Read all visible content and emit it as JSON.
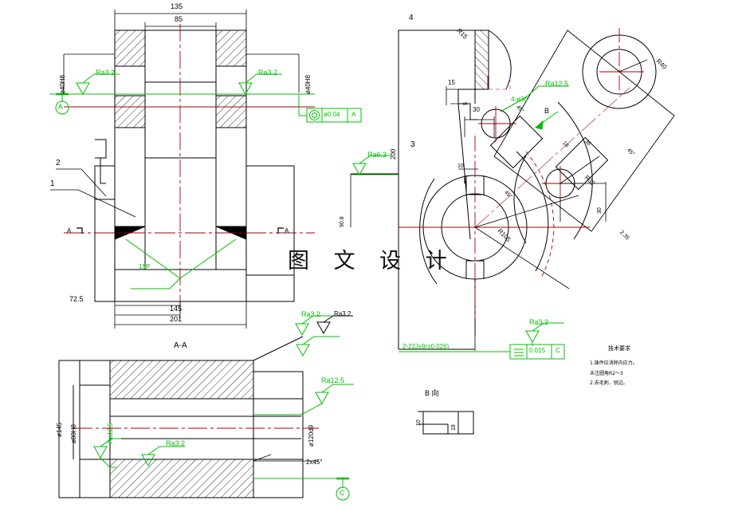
{
  "drawing": {
    "title_watermark": "图 文 设 计",
    "general_finish": "Ra3.2",
    "views": {
      "front": "front-sectional-view",
      "section_aa_label": "A-A",
      "view_b_label": "B 向"
    }
  },
  "front_view": {
    "dims": {
      "d135": "135",
      "d85": "85",
      "d72_5": "72.5",
      "d145": "145",
      "d201": "201",
      "bore_left": "ø40H8",
      "bore_right": "ø40H8",
      "chamfer_note": "15P"
    },
    "balloons": {
      "b1": "1",
      "b2": "2"
    },
    "section_cut": {
      "left": "A",
      "right": "A"
    },
    "finishes": {
      "left": "Ra3.2",
      "right": "Ra3.2"
    },
    "datum": {
      "a": "A"
    },
    "gdt": {
      "symbol": "concentricity",
      "value": "ø0.04",
      "datum": "A"
    }
  },
  "section_aa": {
    "label": "A-A",
    "dims": {
      "outer": "ø145",
      "bore": "ø80H8",
      "right_outer": "ø120d9",
      "chamfer": "2x45°"
    },
    "finishes": {
      "top": "Ra3.2",
      "bore": "Ra12.5",
      "mid": "Ra12.5",
      "bottom": "Ra3.2"
    },
    "datum": {
      "c": "C"
    }
  },
  "right_view": {
    "balloons": {
      "b3": "3",
      "b4": "4"
    },
    "dims": {
      "d200": "200",
      "d15": "15",
      "d5": "5",
      "d30": "30",
      "d10": "10",
      "r15": "R15",
      "r40": "R40",
      "r32": "R32",
      "r105": "R105",
      "d18": "18",
      "d36": "36",
      "d30b": "30",
      "a45_1": "45°",
      "a45_2": "45°",
      "a45_3": "45°",
      "d2_35": "2.35",
      "vert_90_8": "90.8",
      "hole_note": "4-ø30"
    },
    "arrow_b": "B",
    "finishes": {
      "f1": "Ra6.3",
      "f2": "Ra12.5",
      "f3": "Ra3.2"
    },
    "gdt": {
      "symbol": "symmetry",
      "value": "0.015",
      "datum": "C"
    },
    "slot_note": "2-22Js9(±0.026)"
  },
  "view_b": {
    "label": "B 向",
    "dims": {
      "d10": "10",
      "d18": "18"
    }
  },
  "tech_notes": {
    "heading": "技术要求",
    "lines": [
      "1.铸件应消除内应力。",
      "未注圆角R2～3",
      "2.去毛刺、锐边。"
    ]
  },
  "colors": {
    "line": "#000000",
    "center": "#aa0000",
    "annotation": "#00c000",
    "construction": "#cc66cc"
  }
}
